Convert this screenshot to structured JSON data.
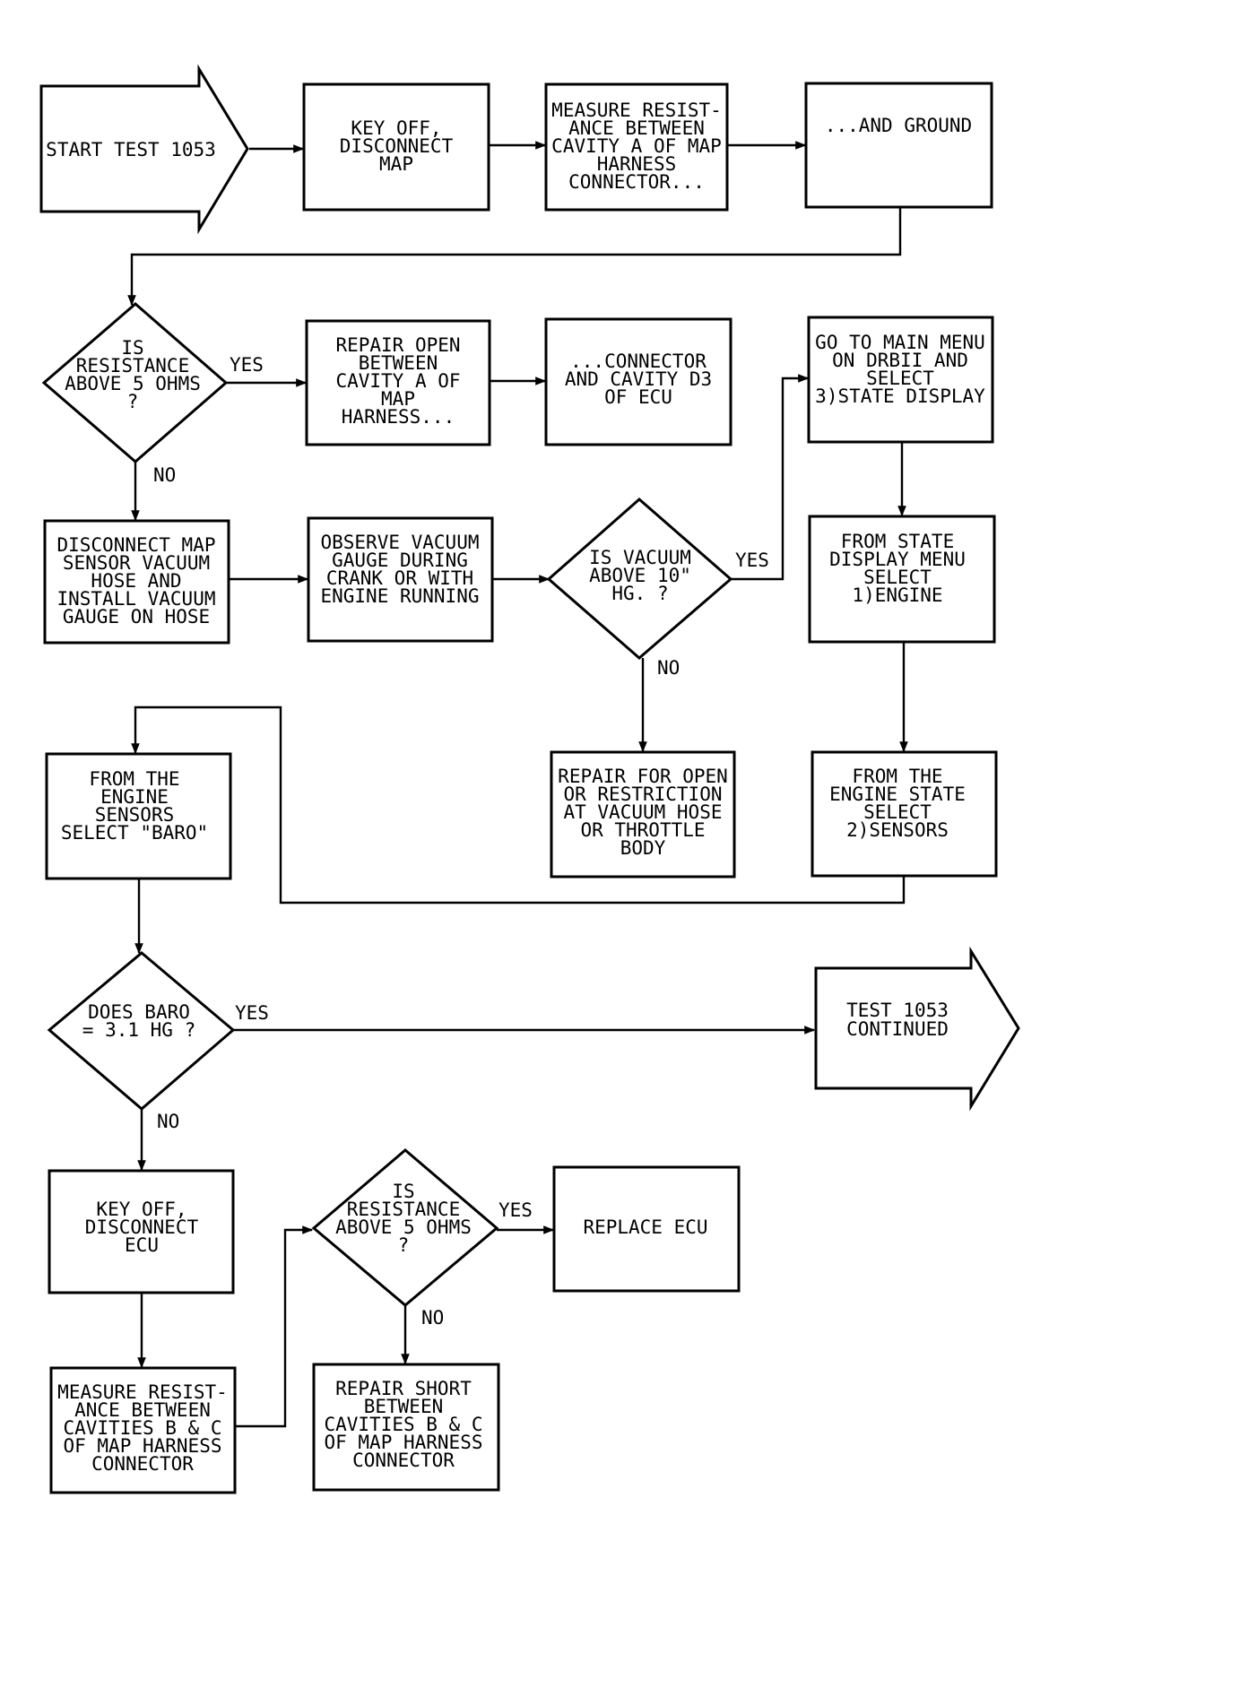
{
  "start": {
    "text": [
      "START TEST 1053"
    ]
  },
  "b_key_off_map": {
    "text": [
      "KEY OFF,",
      "DISCONNECT",
      "MAP"
    ]
  },
  "b_measure_a": {
    "text": [
      "MEASURE RESIST-",
      "ANCE BETWEEN",
      "CAVITY A OF MAP",
      "HARNESS",
      "CONNECTOR..."
    ]
  },
  "b_and_ground": {
    "text": [
      "...AND GROUND"
    ]
  },
  "d_resistance_1": {
    "text": [
      "IS",
      "RESISTANCE",
      "ABOVE 5 OHMS",
      "?"
    ]
  },
  "b_repair_open": {
    "text": [
      "REPAIR OPEN",
      "BETWEEN",
      "CAVITY A OF",
      "MAP",
      "HARNESS..."
    ]
  },
  "b_connector_d3": {
    "text": [
      "...CONNECTOR",
      "AND CAVITY D3",
      "OF ECU"
    ]
  },
  "b_main_menu": {
    "text": [
      "GO TO MAIN MENU",
      "ON DRBII AND",
      "SELECT",
      "3)STATE DISPLAY"
    ]
  },
  "b_disconnect_map": {
    "text": [
      "DISCONNECT MAP",
      "SENSOR VACUUM",
      "HOSE AND",
      "INSTALL VACUUM",
      "GAUGE ON HOSE"
    ]
  },
  "b_observe": {
    "text": [
      "OBSERVE VACUUM",
      "GAUGE DURING",
      "CRANK OR WITH",
      "ENGINE RUNNING"
    ]
  },
  "d_vacuum": {
    "text": [
      "IS VACUUM",
      "ABOVE 10\"",
      "HG. ?"
    ]
  },
  "b_state_display": {
    "text": [
      "FROM STATE",
      "DISPLAY MENU",
      "SELECT",
      "1)ENGINE"
    ]
  },
  "b_repair_vacuum": {
    "text": [
      "REPAIR FOR OPEN",
      "OR RESTRICTION",
      "AT VACUUM HOSE",
      "OR THROTTLE",
      "BODY"
    ]
  },
  "b_engine_state": {
    "text": [
      "FROM THE",
      "ENGINE STATE",
      "SELECT",
      "2)SENSORS"
    ]
  },
  "b_engine_sensors": {
    "text": [
      "FROM THE",
      "ENGINE",
      "SENSORS",
      "SELECT \"BARO\""
    ]
  },
  "d_baro": {
    "text": [
      "DOES BARO",
      "= 3.1 HG ?"
    ]
  },
  "end": {
    "text": [
      "TEST 1053",
      "CONTINUED"
    ]
  },
  "b_key_off_ecu": {
    "text": [
      "KEY OFF,",
      "DISCONNECT",
      "ECU"
    ]
  },
  "d_resistance_2": {
    "text": [
      "IS",
      "RESISTANCE",
      "ABOVE 5 OHMS",
      "?"
    ]
  },
  "b_replace_ecu": {
    "text": [
      "REPLACE ECU"
    ]
  },
  "b_measure_bc": {
    "text": [
      "MEASURE RESIST-",
      "ANCE BETWEEN",
      "CAVITIES B & C",
      "OF MAP HARNESS",
      "CONNECTOR"
    ]
  },
  "b_repair_short": {
    "text": [
      "REPAIR SHORT",
      "BETWEEN",
      "CAVITIES B & C",
      "OF MAP HARNESS",
      "CONNECTOR"
    ]
  },
  "labels": {
    "yes": "YES",
    "no": "NO"
  }
}
